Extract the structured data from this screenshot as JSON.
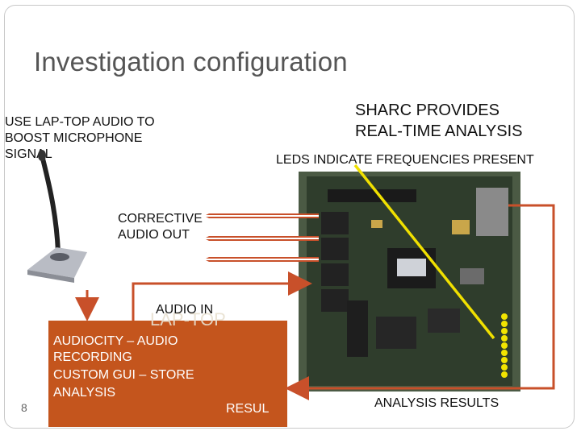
{
  "slide": {
    "title": "Investigation configuration",
    "lap_top_note": [
      "USE LAP-TOP  AUDIO  TO",
      "BOOST MICROPHONE",
      "SIGNAL"
    ],
    "sharc_note": [
      "SHARC PROVIDES",
      "REAL-TIME ANALYSIS"
    ],
    "leds_note": "LEDS INDICATE FREQUENCIES PRESENT",
    "corrective_note": [
      "CORRECTIVE",
      "AUDIO OUT"
    ],
    "audio_in": "AUDIO IN",
    "laptop_watermark": "LAP-TOP",
    "laptop_lines": [
      "AUDIOCITY   – AUDIO",
      "RECORDING",
      "CUSTOM GUI – STORE",
      "ANALYSIS"
    ],
    "laptop_result_fragment": "RESUL",
    "analysis_results": "ANALYSIS RESULTS",
    "slide_number": "8",
    "colors": {
      "arrow": "#c8502a",
      "laptop_box": "#c4551d",
      "pointer_line": "#f0e000",
      "board": "#3f4a3a",
      "title": "#555555"
    }
  }
}
